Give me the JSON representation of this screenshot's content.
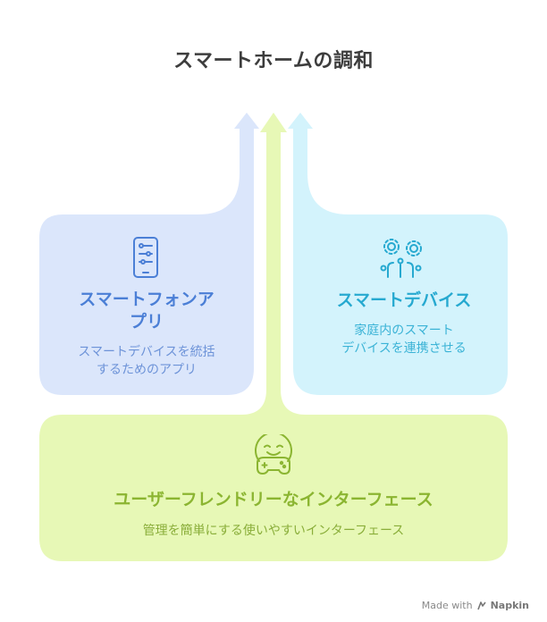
{
  "title": "スマートホームの調和",
  "colors": {
    "blue_fill": "#dbe6fb",
    "blue_accent": "#4b7fd6",
    "cyan_fill": "#d3f3fc",
    "cyan_accent": "#26a9d0",
    "green_fill": "#e7f8b6",
    "green_accent": "#8bb531",
    "text_dark": "#3d3d3d"
  },
  "cards": {
    "smartphone_app": {
      "title": "スマートフォンア\nプリ",
      "description": "スマートデバイスを統括\nするためのアプリ",
      "icon": "smartphone-sliders-icon"
    },
    "smart_devices": {
      "title": "スマートデバイス",
      "description": "家庭内のスマート\nデバイスを連携させる",
      "icon": "gears-network-icon"
    },
    "user_friendly_interface": {
      "title": "ユーザーフレンドリーなインターフェース",
      "description": "管理を簡単にする使いやすいインターフェース",
      "icon": "happy-controller-icon"
    }
  },
  "credit": {
    "made_with": "Made with",
    "brand": "Napkin"
  }
}
